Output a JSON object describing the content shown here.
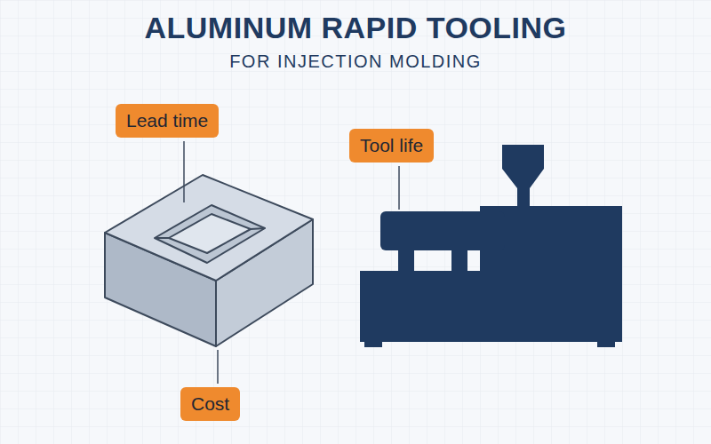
{
  "diagram": {
    "title": "ALUMINUM RAPID TOOLING",
    "nodes": [
      {
        "text": [
          "Lead time"
        ]
      },
      {
        "text": [
          "Tool life"
        ]
      },
      {
        "text": [
          "Cost"
        ]
      }
    ],
    "labels": [
      "FOR INJECTION MOLDING"
    ]
  }
}
